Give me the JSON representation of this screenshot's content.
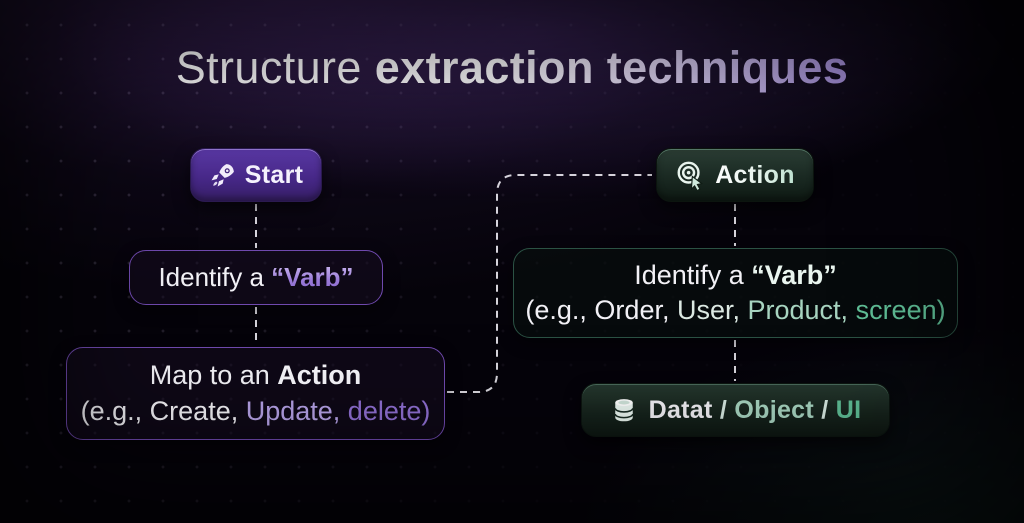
{
  "title": {
    "regular": "Structure ",
    "bold": "extraction techniques"
  },
  "left_flow": {
    "start_button": {
      "label": "Start"
    },
    "identify_box": {
      "prefix": "Identify a ",
      "term": "“Varb”"
    },
    "map_box": {
      "line1": {
        "prefix": "Map to an ",
        "bold": "Action"
      },
      "line2": {
        "part1": "(e.g., Create, ",
        "part2": "Update, ",
        "part3": "delete)"
      }
    }
  },
  "right_flow": {
    "action_button": {
      "label": "Action"
    },
    "identify_box": {
      "line1": {
        "prefix": "Identify a ",
        "term": "“Varb”"
      },
      "line2": {
        "part1": "(e.g., Order, ",
        "part2": "User, ",
        "part3": "Product, ",
        "part4": "screen)"
      }
    },
    "data_box": {
      "part1": "Datat",
      "sep1": " / ",
      "part2": "Object",
      "sep2": " / ",
      "part3": "UI"
    }
  },
  "colors": {
    "accent_purple": "#8a68ce",
    "accent_green": "#5fbe96",
    "purple_border": "#6f49ae",
    "green_border": "#2b5244",
    "connector": "#e9e7ef"
  }
}
